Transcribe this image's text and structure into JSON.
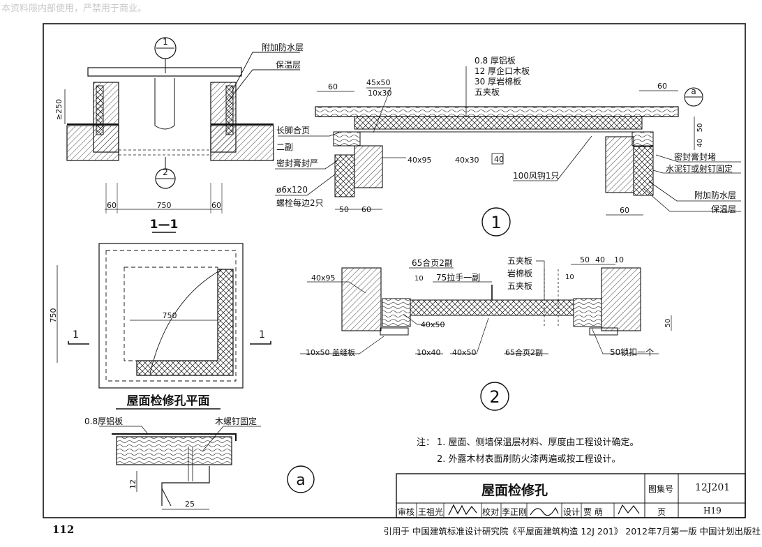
{
  "header": {
    "watermark": "本资料限内部使用，严禁用于商业。"
  },
  "footer": {
    "page_number": "112",
    "citation": "引用于 中国建筑标准设计研究院《平屋面建筑构造 12J 201》 2012年7月第一版 中国计划出版社"
  },
  "title_block": {
    "title": "屋面检修孔",
    "atlas_label": "图集号",
    "atlas_no": "12J201",
    "page_label": "页",
    "page_no": "H19",
    "review_label": "审核",
    "reviewer": "王祖光",
    "check_label": "校对",
    "checker": "李正刚",
    "design_label": "设计",
    "designer": "贾 萌"
  },
  "notes": {
    "prefix": "注：",
    "items": [
      "1. 屋面、侧墙保温层材料、厚度由工程设计确定。",
      "2. 外露木材表面刷防火漆两遍或按工程设计。"
    ]
  },
  "section_1_1": {
    "mark_top": "1",
    "mark_bottom": "2",
    "label_a": "附加防水层",
    "label_b": "保温层",
    "dim_height": "≥250",
    "dim_left": "60",
    "dim_mid": "750",
    "dim_right": "60",
    "title": "1—1"
  },
  "plan": {
    "title": "屋面检修孔平面",
    "dim_side": "750",
    "dim_inner": "750",
    "cut_left": "1",
    "cut_right": "1"
  },
  "detail_a": {
    "label_sheet": "0.8厚铝板",
    "label_screw": "木螺钉固定",
    "dim_12": "12",
    "dim_25": "25",
    "mark": "a"
  },
  "detail_1": {
    "mark": "1",
    "layers": [
      "0.8 厚铝板",
      "12 厚企口木板",
      "30 厚岩棉板",
      "五夹板"
    ],
    "dim_60_left": "60",
    "dim_45x50": "45x50",
    "dim_10x30": "10x30",
    "label_hinge": "长脚合页",
    "label_hinge_qty": "二副",
    "label_seal": "密封膏封严",
    "label_bolt": "ø6x120",
    "label_bolt_qty": "螺栓每边2只",
    "dim_50": "50",
    "dim_60b": "60",
    "dim_40x95": "40x95",
    "dim_40x30": "40x30",
    "dim_40": "40",
    "label_hook": "100风钩1只",
    "dim_60_right": "60",
    "ref_a": "a",
    "dim_v50": "50",
    "dim_v40": "40",
    "label_seal_wall": "密封膏封堵",
    "label_nail": "水泥钉或射钉固定",
    "label_waterproof": "附加防水层",
    "label_insul": "保温层",
    "dim_60_bottom": "60"
  },
  "detail_2": {
    "mark": "2",
    "label_hinge65": "65合页2副",
    "label_40x95": "40x95",
    "dim_10": "10",
    "label_handle": "75拉手一副",
    "label_40x50": "40x50",
    "label_cover": "10x50 盖缝板",
    "label_10x40": "10x40",
    "label_40x50b": "40x50",
    "label_hinge65b": "65合页2副",
    "layers": [
      "五夹板",
      "岩棉板",
      "五夹板"
    ],
    "dim_50": "50",
    "dim_40": "40",
    "dim_10b": "10",
    "dim_10c": "10",
    "dim_v50": "50",
    "label_latch": "50锁扣一个"
  }
}
